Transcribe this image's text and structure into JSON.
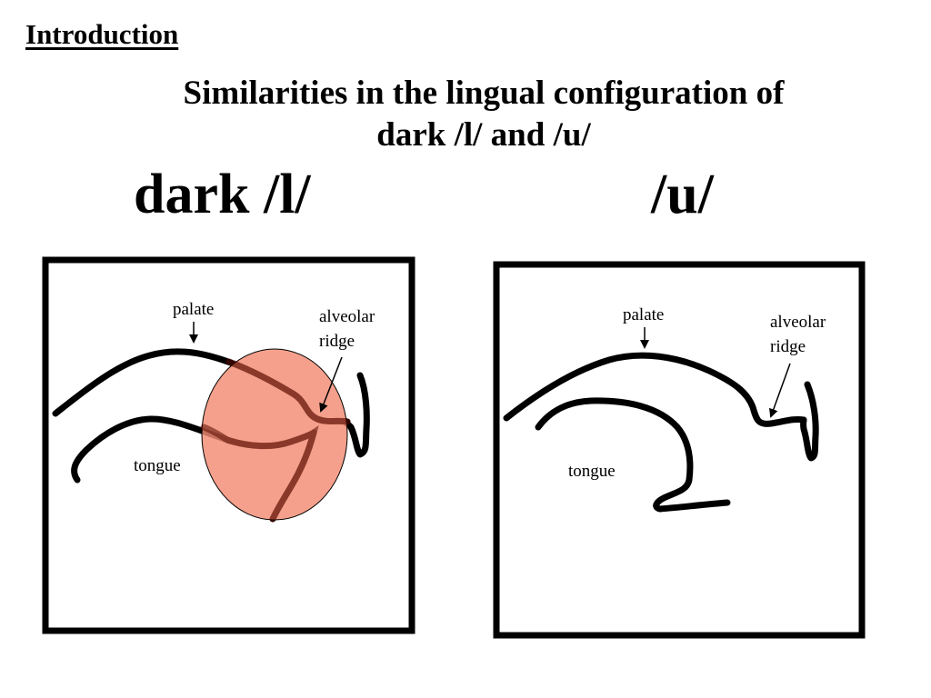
{
  "slide": {
    "section_heading": "Introduction",
    "title_line_1": "Similarities in the lingual configuration of",
    "title_line_2": "dark /l/ and /u/"
  },
  "panels": [
    {
      "id": "dark-l",
      "title": "dark /l/",
      "labels": {
        "palate": "palate",
        "alveolar_line_1": "alveolar",
        "alveolar_line_2": "ridge",
        "tongue": "tongue"
      },
      "highlight_color": "#f28b73"
    },
    {
      "id": "u",
      "title": "/u/",
      "labels": {
        "palate": "palate",
        "alveolar_line_1": "alveolar",
        "alveolar_line_2": "ridge",
        "tongue": "tongue"
      }
    }
  ],
  "colors": {
    "ink": "#000000",
    "highlight": "#f28b73",
    "background": "#ffffff"
  }
}
